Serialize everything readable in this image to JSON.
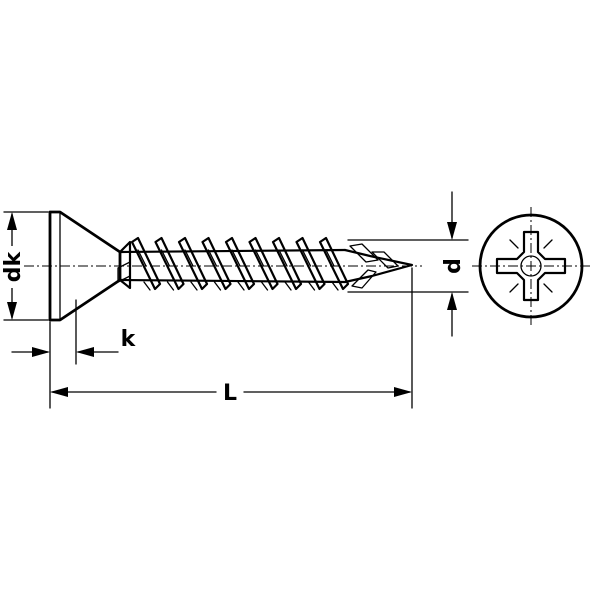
{
  "labels": {
    "head_diameter": "dk",
    "head_height": "k",
    "length": "L",
    "thread_diameter": "d"
  }
}
